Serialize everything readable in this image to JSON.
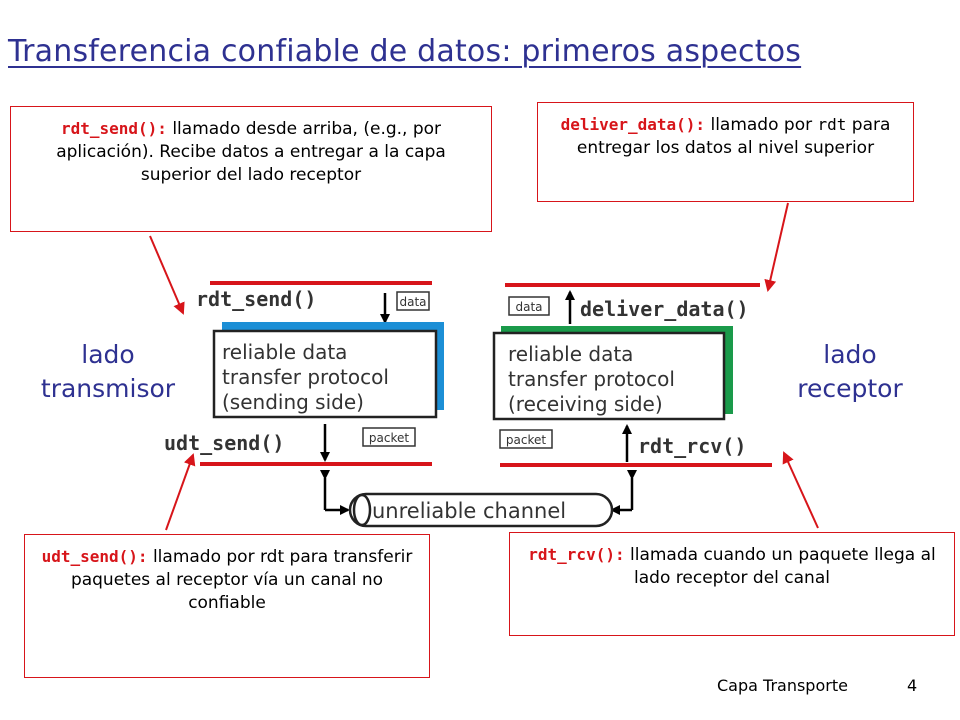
{
  "title": "Transferencia confiable de datos: primeros aspectos",
  "callouts": {
    "rdt_send": {
      "fn": "rdt_send():",
      "text": " llamado desde arriba, (e.g., por aplicación). Recibe datos a entregar a la capa superior del lado receptor"
    },
    "deliver_data": {
      "fn": "deliver_data():",
      "text1": " llamado por ",
      "mono": "rdt",
      "text2": " para entregar los datos al nivel superior"
    },
    "udt_send": {
      "fn": "udt_send():",
      "text": " llamado por rdt para transferir paquetes al receptor vía un canal no confiable"
    },
    "rdt_rcv": {
      "fn": "rdt_rcv():",
      "text": " llamada cuando un paquete llega al lado receptor del canal"
    }
  },
  "sides": {
    "sender": "lado transmisor",
    "receiver": "lado receptor"
  },
  "diagram": {
    "sender_calls": {
      "top": "rdt_send()",
      "bottom": "udt_send()"
    },
    "receiver_calls": {
      "top": "deliver_data()",
      "bottom": "rdt_rcv()"
    },
    "data_label": "data",
    "packet_label": "packet",
    "sender_box": [
      "reliable data",
      "transfer protocol",
      "(sending side)"
    ],
    "receiver_box": [
      "reliable data",
      "transfer protocol",
      "(receiving side)"
    ],
    "channel": "unreliable channel"
  },
  "footer": {
    "label": "Capa Transporte",
    "page": "4"
  },
  "colors": {
    "accent_red": "#d7151a",
    "title_blue": "#2e3191",
    "sender_blue": "#1c8fd6",
    "receiver_green": "#1a9a4a"
  }
}
